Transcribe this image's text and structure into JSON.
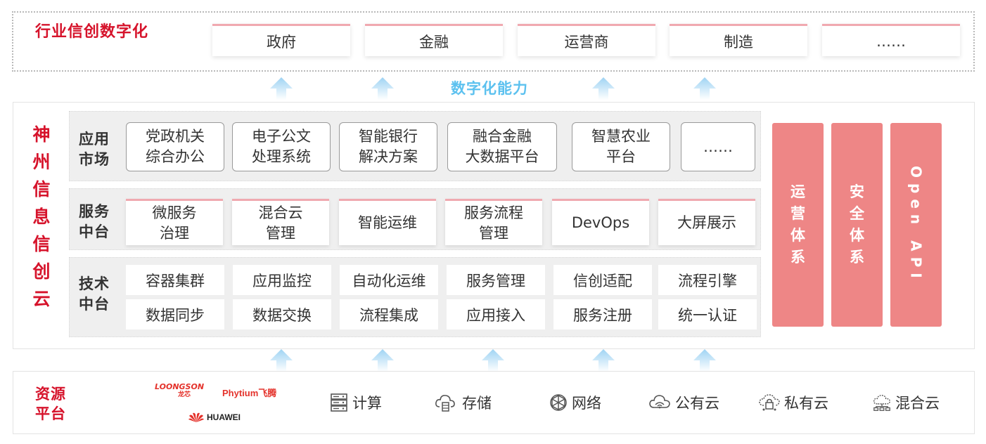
{
  "industry": {
    "title": "行业信创数字化",
    "items": [
      "政府",
      "金融",
      "运营商",
      "制造",
      "……"
    ]
  },
  "capability_label": "数字化能力",
  "cloud": {
    "title_chars": [
      "神",
      "州",
      "信",
      "息",
      "信",
      "创",
      "云"
    ],
    "app_market": {
      "label_lines": [
        "应用",
        "市场"
      ],
      "cards": [
        "党政机关\n综合办公",
        "电子公文\n处理系统",
        "智能银行\n解决方案",
        "融合金融\n大数据平台",
        "智慧农业\n平台",
        "……"
      ]
    },
    "service_platform": {
      "label_lines": [
        "服务",
        "中台"
      ],
      "cards": [
        "微服务\n治理",
        "混合云\n管理",
        "智能运维",
        "服务流程\n管理",
        "DevOps",
        "大屏展示"
      ]
    },
    "tech_platform": {
      "label_lines": [
        "技术",
        "中台"
      ],
      "row1": [
        "容器集群",
        "应用监控",
        "自动化运维",
        "服务管理",
        "信创适配",
        "流程引擎"
      ],
      "row2": [
        "数据同步",
        "数据交换",
        "流程集成",
        "应用接入",
        "服务注册",
        "统一认证"
      ]
    },
    "pillars": {
      "ops": [
        "运",
        "营",
        "体",
        "系"
      ],
      "security": [
        "安",
        "全",
        "体",
        "系"
      ],
      "open_api": "Open API"
    }
  },
  "resource": {
    "label_lines": [
      "资源",
      "平台"
    ],
    "logos": {
      "loongson_en": "LOONGSON",
      "loongson_cn": "龙芯",
      "phytium": "Phytium飞腾",
      "huawei": "HUAWEI"
    },
    "items": [
      {
        "icon": "server-icon",
        "label": "计算"
      },
      {
        "icon": "cloud-storage-icon",
        "label": "存储"
      },
      {
        "icon": "network-icon",
        "label": "网络"
      },
      {
        "icon": "public-cloud-icon",
        "label": "公有云"
      },
      {
        "icon": "private-cloud-icon",
        "label": "私有云"
      },
      {
        "icon": "hybrid-cloud-icon",
        "label": "混合云"
      }
    ]
  },
  "colors": {
    "brand_red": "#d6132b",
    "capability_blue": "#5cc1ef",
    "pillar_pink": "#ee8686",
    "card_accent": "#f0a9b0"
  }
}
